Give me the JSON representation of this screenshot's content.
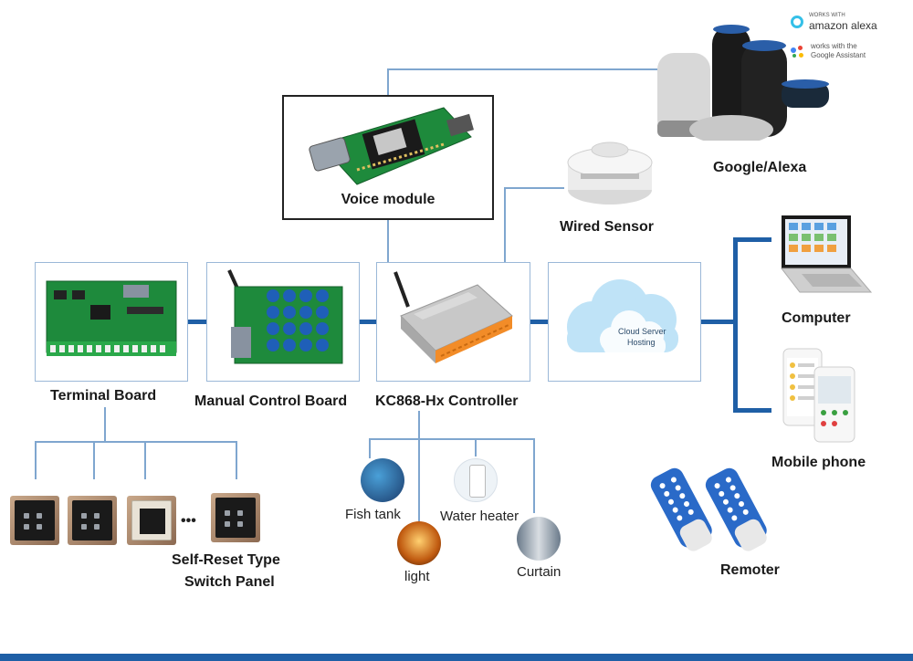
{
  "branding": {
    "alexa_small": "WORKS WITH",
    "alexa_name": "amazon alexa",
    "google_line1": "works with the",
    "google_line2": "Google Assistant"
  },
  "nodes": {
    "voice_module": "Voice module",
    "google_alexa": "Google/Alexa",
    "wired_sensor": "Wired Sensor",
    "terminal_board": "Terminal Board",
    "manual_control_board": "Manual Control Board",
    "controller": "KC868-Hx Controller",
    "cloud_line1": "Cloud Server",
    "cloud_line2": "Hosting",
    "computer": "Computer",
    "mobile_phone": "Mobile phone",
    "remoter": "Remoter",
    "switch_panel_line1": "Self-Reset Type",
    "switch_panel_line2": "Switch Panel",
    "ellipsis": "•••"
  },
  "devices": {
    "fish_tank": "Fish tank",
    "water_heater": "Water heater",
    "light": "light",
    "curtain": "Curtain"
  },
  "colors": {
    "accent": "#1f5fa6",
    "thin_line": "#7fa6cf",
    "box_border": "#9bb8d8",
    "pcb_green": "#1e8a3c",
    "relay_blue": "#1f5fb8",
    "terminal_orange": "#f28c28"
  }
}
